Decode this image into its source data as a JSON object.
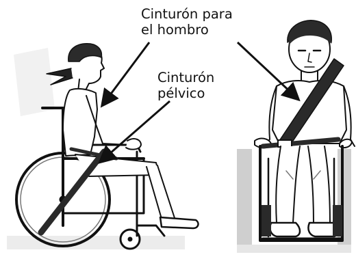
{
  "labels": {
    "shoulder_belt": {
      "line1": "Cinturón para",
      "line2": "el hombro"
    },
    "lap_belt": {
      "line1": "Cinturón",
      "line2": "pélvico"
    }
  },
  "colors": {
    "ink": "#111111",
    "belt": "#2a2a2a",
    "shade": "#cfcfcf",
    "background": "#ffffff"
  },
  "figures": {
    "side_view": "person-in-wheelchair-side-view",
    "front_view": "person-in-wheelchair-front-view"
  }
}
